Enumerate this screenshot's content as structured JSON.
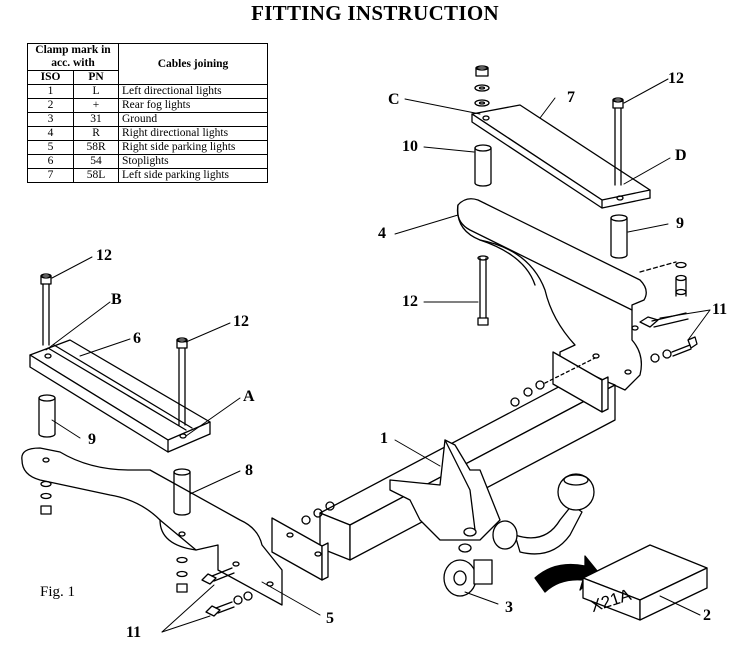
{
  "title": "FITTING INSTRUCTION",
  "table": {
    "header_group": "Clamp mark in acc. with",
    "header_desc": "Cables joining",
    "header_iso": "ISO",
    "header_pn": "PN",
    "rows": [
      {
        "iso": "1",
        "pn": "L",
        "desc": "Left directional lights"
      },
      {
        "iso": "2",
        "pn": "+",
        "desc": "Rear fog lights"
      },
      {
        "iso": "3",
        "pn": "31",
        "desc": "Ground"
      },
      {
        "iso": "4",
        "pn": "R",
        "desc": "Right directional lights"
      },
      {
        "iso": "5",
        "pn": "58R",
        "desc": "Right side parking lights"
      },
      {
        "iso": "6",
        "pn": "54",
        "desc": "Stoplights"
      },
      {
        "iso": "7",
        "pn": "58L",
        "desc": "Left side parking lights"
      }
    ]
  },
  "labels": {
    "c": "C",
    "n7": "7",
    "n12a": "12",
    "n10": "10",
    "d": "D",
    "n4": "4",
    "n9a": "9",
    "n12b": "12",
    "n11a": "11",
    "n12c": "12",
    "b": "B",
    "n6": "6",
    "n12d": "12",
    "a": "A",
    "n9b": "9",
    "n8": "8",
    "n1": "1",
    "n5": "5",
    "n3": "3",
    "n2": "2",
    "n11b": "11"
  },
  "box_code": "X21A",
  "figure_caption": "Fig. 1"
}
